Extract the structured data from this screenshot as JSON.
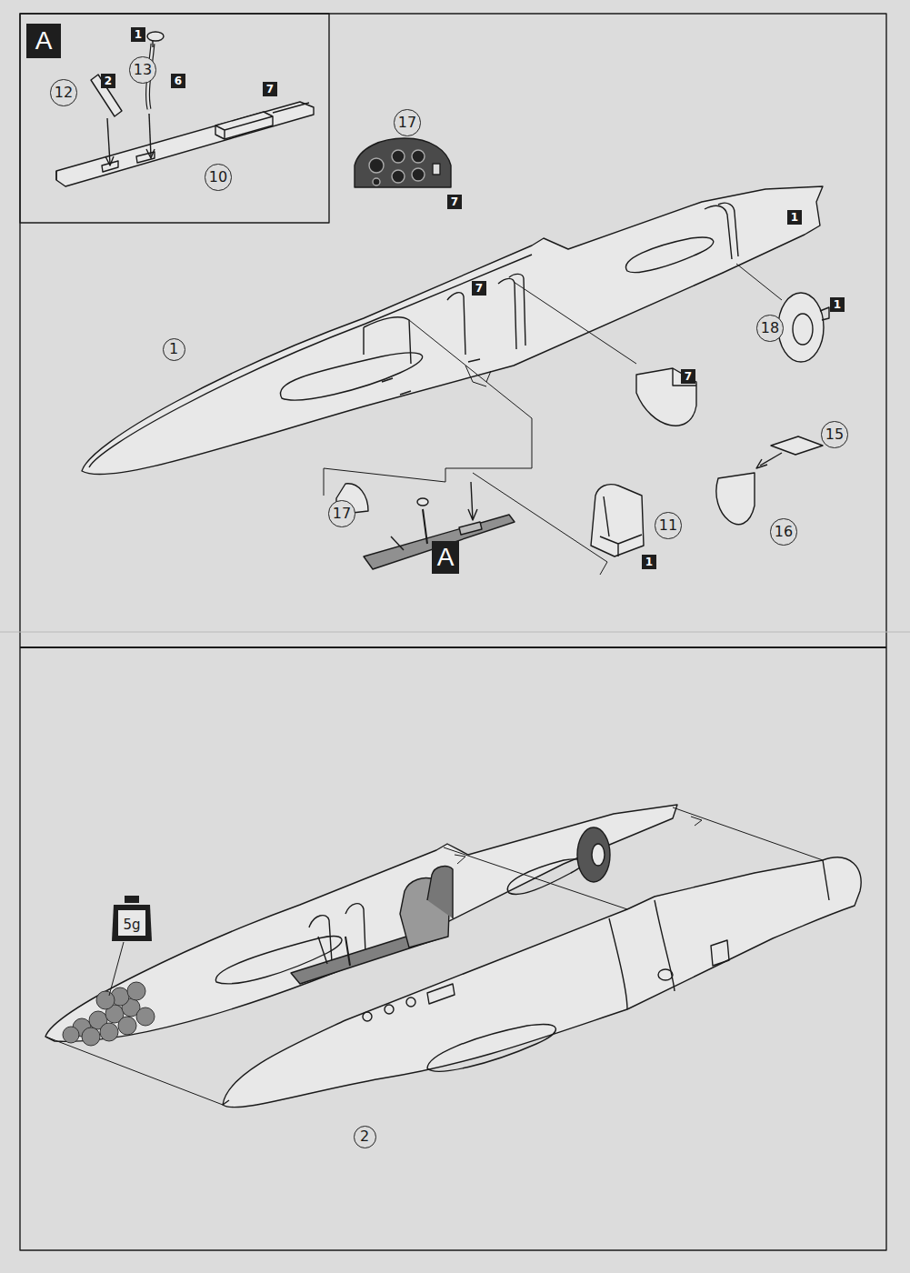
{
  "diagram": {
    "nodes": [
      {
        "text": [
          "A"
        ]
      },
      {
        "text": [
          "1"
        ]
      },
      {
        "text": [
          "13"
        ]
      },
      {
        "text": [
          "6"
        ]
      },
      {
        "text": [
          "2"
        ]
      },
      {
        "text": [
          "12"
        ]
      },
      {
        "text": [
          "7"
        ]
      },
      {
        "text": [
          "10"
        ]
      },
      {
        "text": [
          "17"
        ]
      },
      {
        "text": [
          "7"
        ]
      },
      {
        "text": [
          "1"
        ]
      },
      {
        "text": [
          "7"
        ]
      },
      {
        "text": [
          "1"
        ]
      },
      {
        "text": [
          "1"
        ]
      },
      {
        "text": [
          "18"
        ]
      },
      {
        "text": [
          "7"
        ]
      },
      {
        "text": [
          "15"
        ]
      },
      {
        "text": [
          "17"
        ]
      },
      {
        "text": [
          "A"
        ]
      },
      {
        "text": [
          "11"
        ]
      },
      {
        "text": [
          "16"
        ]
      },
      {
        "text": [
          "1"
        ]
      },
      {
        "text": [
          "5g"
        ]
      },
      {
        "text": [
          "2"
        ]
      }
    ]
  }
}
